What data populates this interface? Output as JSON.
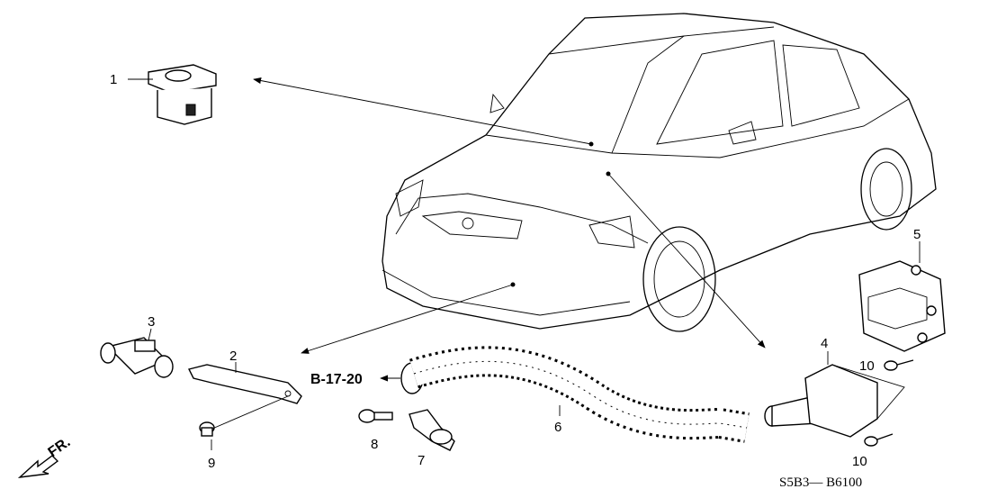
{
  "diagram": {
    "callouts": {
      "p1": "1",
      "p2": "2",
      "p3": "3",
      "p4": "4",
      "p5": "5",
      "p6": "6",
      "p7": "7",
      "p8": "8",
      "p9": "9",
      "p10a": "10",
      "p10b": "10"
    },
    "reference": "B-17-20",
    "front_indicator": "FR.",
    "diagram_code": "S5B3— B6100"
  }
}
